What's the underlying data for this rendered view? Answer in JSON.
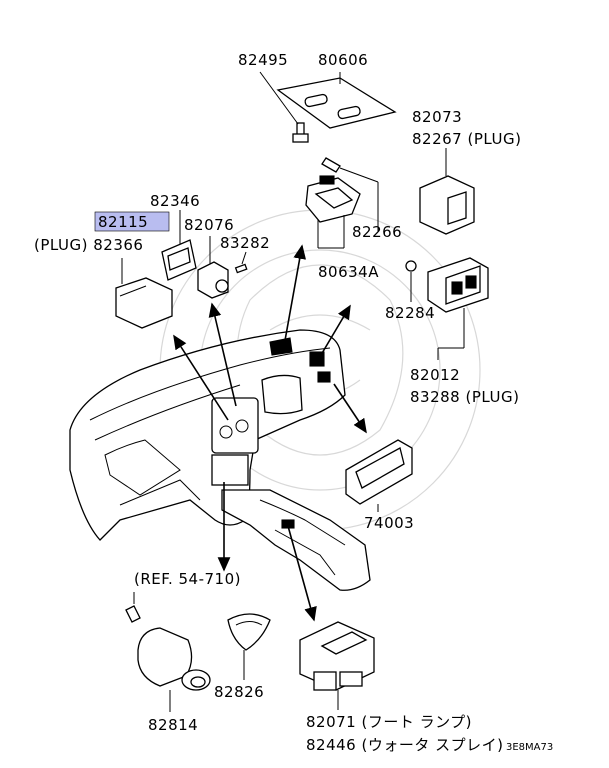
{
  "labels": {
    "p82495": "82495",
    "p80606": "80606",
    "p82073": "82073",
    "p82267": "82267 (PLUG)",
    "p82346": "82346",
    "p82115": "82115",
    "p82076": "82076",
    "p82366": "(PLUG) 82366",
    "p83282": "83282",
    "p82266": "82266",
    "p80634A": "80634A",
    "p82284": "82284",
    "p82012": "82012",
    "p83288": "83288 (PLUG)",
    "p74003": "74003",
    "ref": "(REF. 54-710)",
    "p82826": "82826",
    "p82814": "82814",
    "p82071": "82071 (フート ランプ)",
    "p82446": "82446 (ウォータ スプレイ)",
    "diagram_code": "3E8MA73"
  },
  "highlight_color": "#b9bdf0"
}
